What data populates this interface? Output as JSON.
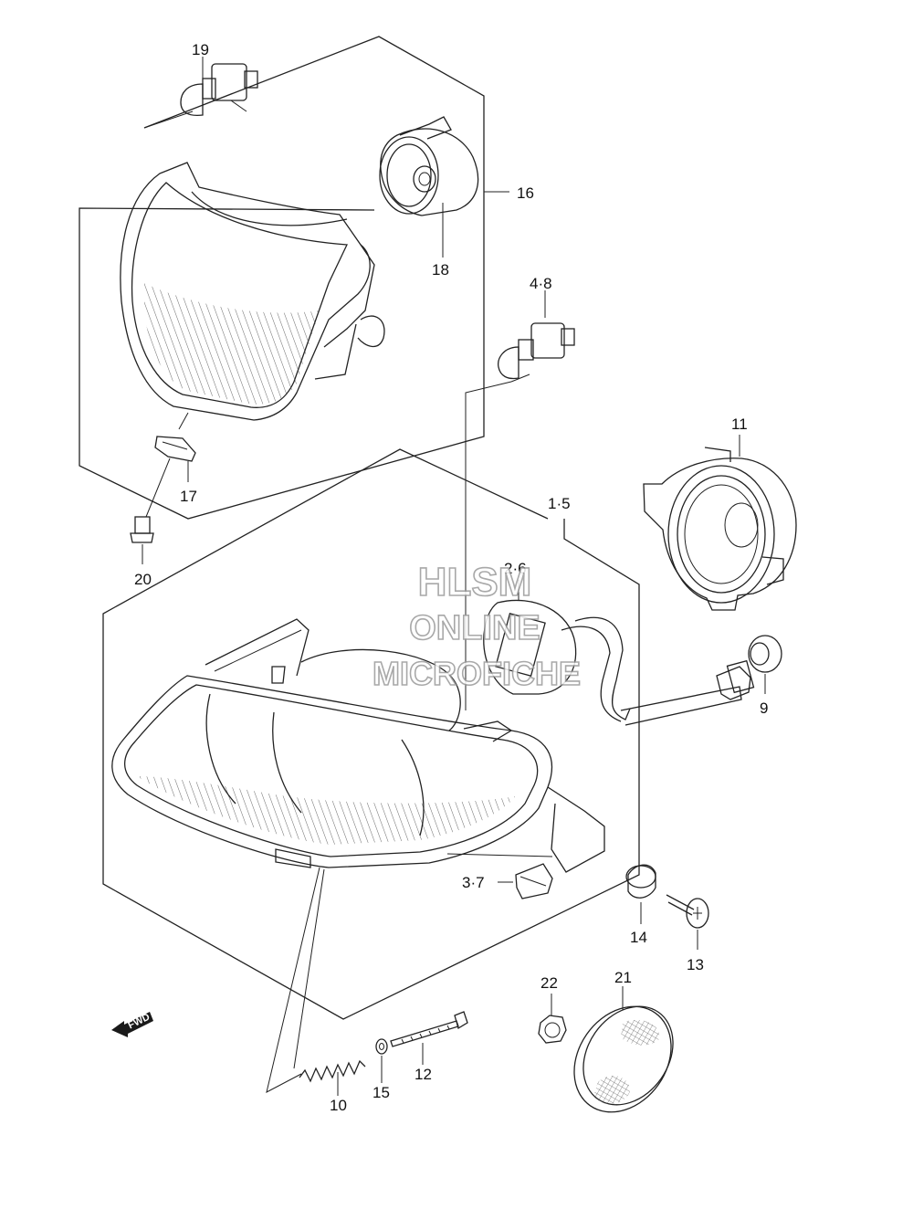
{
  "labels": {
    "p19": "19",
    "p16": "16",
    "p18": "18",
    "p4_8": "4·8",
    "p11": "11",
    "p1_5": "1·5",
    "p17": "17",
    "p20": "20",
    "p2_6": "2·6",
    "p9": "9",
    "p3_7": "3·7",
    "p14": "14",
    "p13": "13",
    "p22": "22",
    "p21": "21",
    "p12": "12",
    "p15": "15",
    "p10": "10"
  },
  "watermark": {
    "line1": "HLSM",
    "line2": "ONLINE",
    "line3": "MICROFICHE"
  },
  "fwd_badge": "FWD",
  "colors": {
    "line": "#222222",
    "watermark_outline": "#9a9a9a",
    "background": "#ffffff"
  }
}
